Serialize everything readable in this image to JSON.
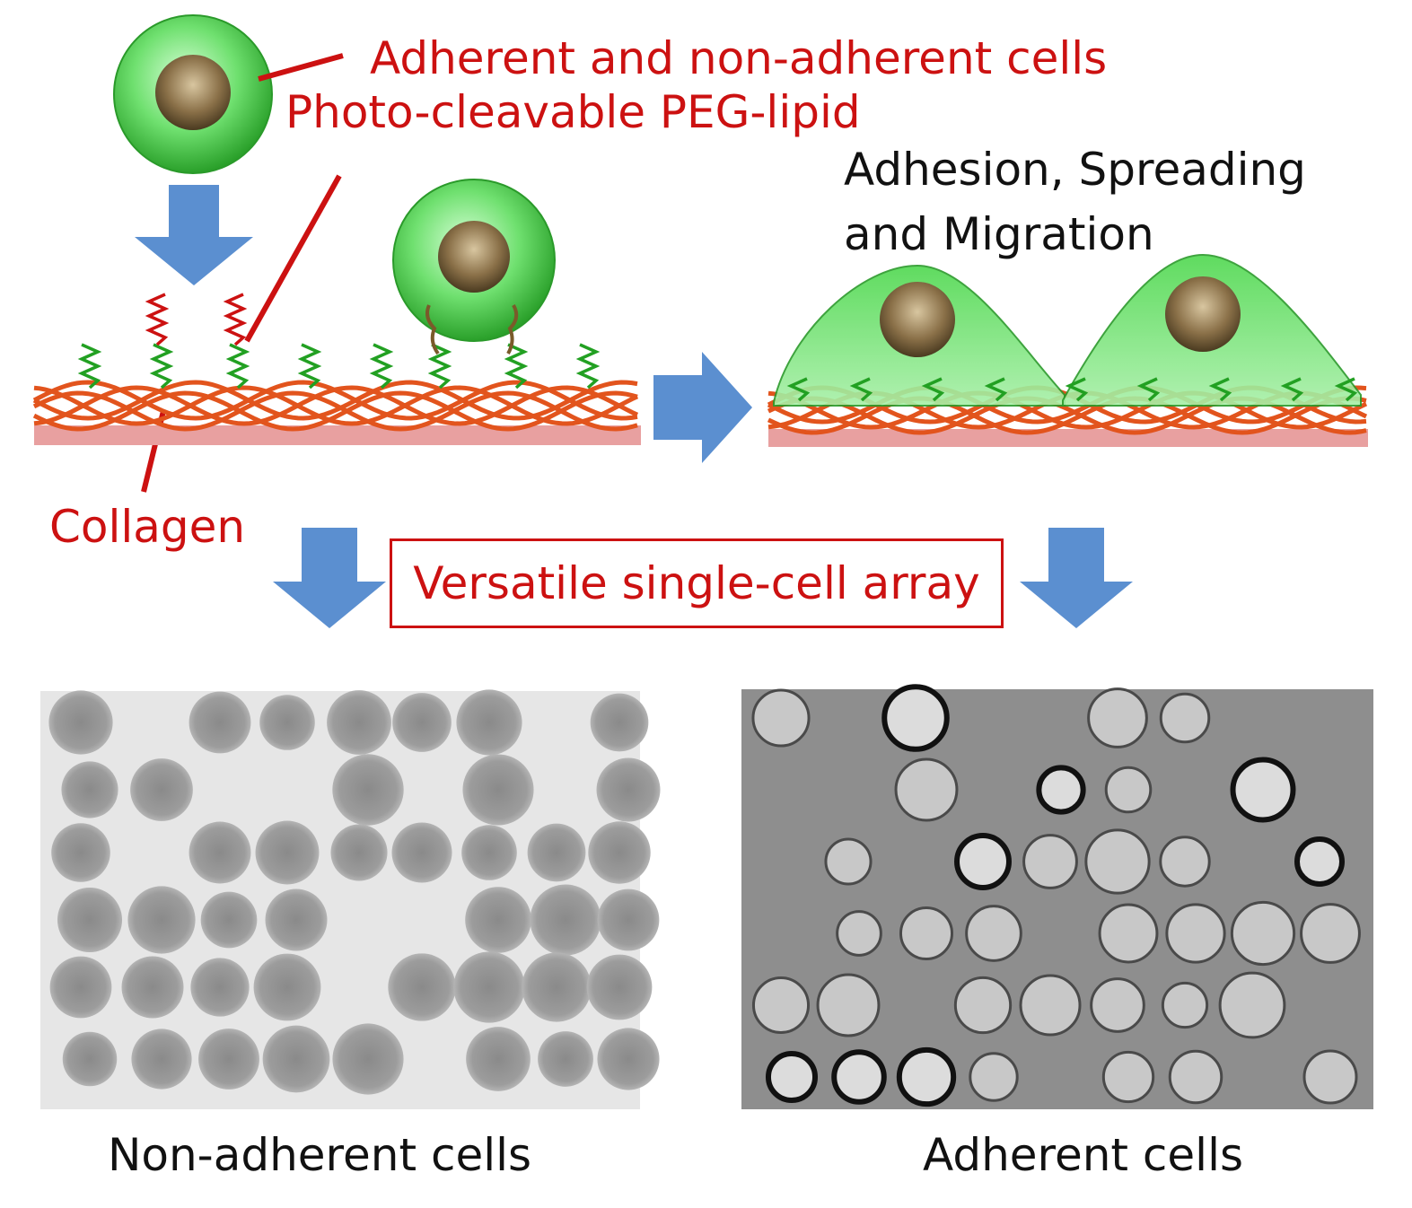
{
  "labels": {
    "adherent_nonadherent": "Adherent and non-adherent cells",
    "peg_lipid": "Photo-cleavable PEG-lipid",
    "adhesion_line1": "Adhesion, Spreading",
    "adhesion_line2": "and Migration",
    "collagen": "Collagen",
    "array": "Versatile single-cell array",
    "non_adherent_cells": "Non-adherent cells",
    "adherent_cells": "Adherent cells"
  },
  "colors": {
    "label_red": "#cc1111",
    "arrow_blue": "#5b8fd0",
    "cell_green": "#3fcf3f",
    "collagen_orange": "#e2541d",
    "substrate_pink": "#e8a0a0",
    "micrograph_gray": "#9a9a9a"
  }
}
